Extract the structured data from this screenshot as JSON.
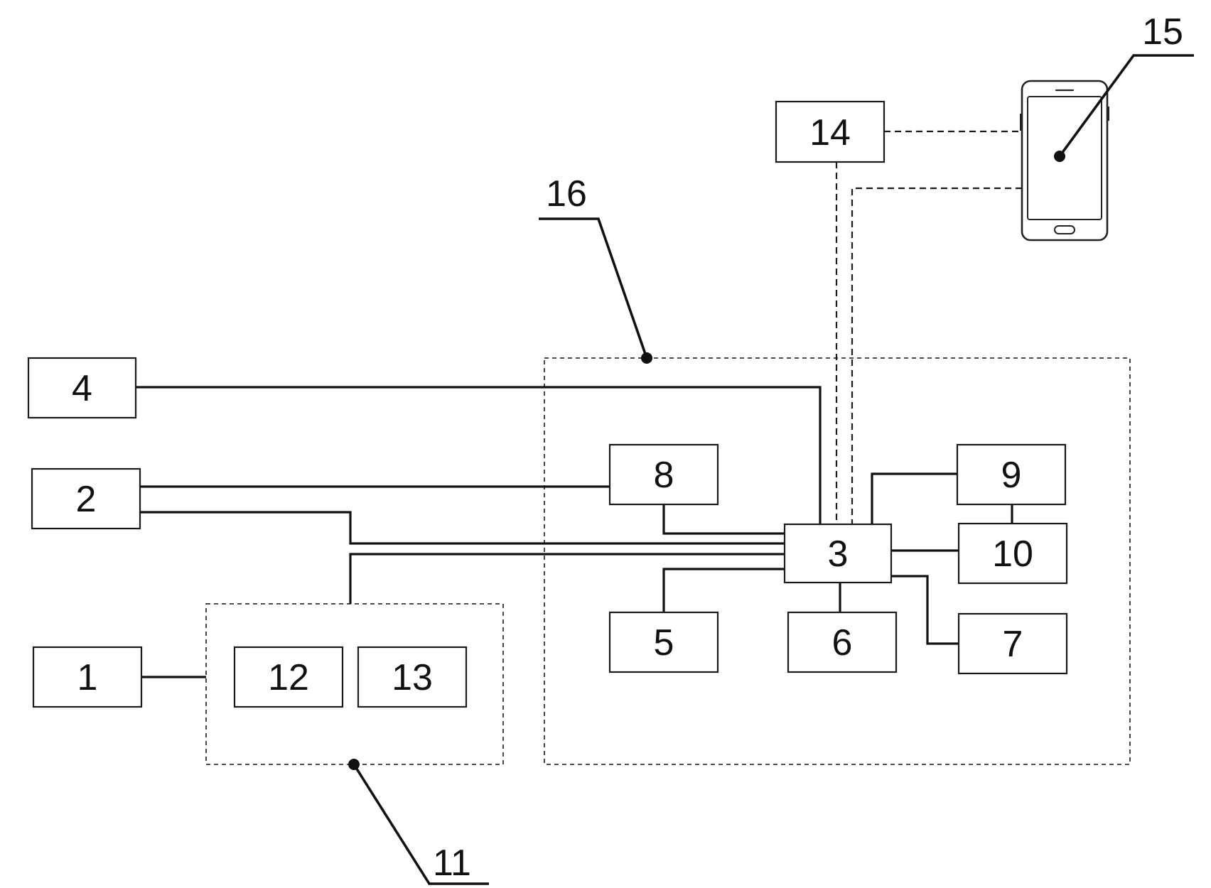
{
  "blocks": {
    "b1": "1",
    "b2": "2",
    "b3": "3",
    "b4": "4",
    "b5": "5",
    "b6": "6",
    "b7": "7",
    "b8": "8",
    "b9": "9",
    "b10": "10",
    "b12": "12",
    "b13": "13",
    "b14": "14"
  },
  "callouts": {
    "c11": "11",
    "c15": "15",
    "c16": "16"
  },
  "icons": {
    "phone": "smartphone-icon"
  }
}
